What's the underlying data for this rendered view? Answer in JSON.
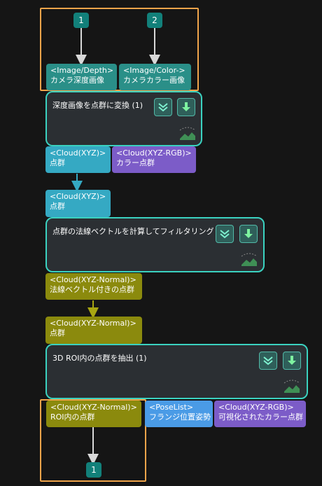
{
  "group_in": {
    "badges": [
      "1",
      "2"
    ],
    "ports": [
      {
        "type": "<Image/Depth>",
        "label": "カメラ深度画像"
      },
      {
        "type": "<Image/Color->",
        "label": "カメラカラー画像"
      }
    ]
  },
  "node1": {
    "title": "深度画像を点群に変換 (1)",
    "outputs": [
      {
        "type": "<Cloud(XYZ)>",
        "label": "点群"
      },
      {
        "type": "<Cloud(XYZ-RGB)>",
        "label": "カラー点群"
      }
    ]
  },
  "node2": {
    "title": "点群の法線ベクトルを計算してフィルタリング (1)",
    "input": {
      "type": "<Cloud(XYZ)>",
      "label": "点群"
    },
    "output": {
      "type": "<Cloud(XYZ-Normal)>",
      "label": "法線ベクトル付きの点群"
    }
  },
  "node3": {
    "title": "3D ROI内の点群を抽出 (1)",
    "input": {
      "type": "<Cloud(XYZ-Normal)>",
      "label": "点群"
    },
    "outputs": [
      {
        "type": "<Cloud(XYZ-Normal)>",
        "label": "ROI内の点群"
      },
      {
        "type": "<PoseList>",
        "label": "フランジ位置姿勢"
      },
      {
        "type": "<Cloud(XYZ-RGB)>",
        "label": "可視化されたカラー点群"
      }
    ]
  },
  "group_out": {
    "badges": [
      "1"
    ]
  },
  "colors": {
    "frame": "#f0a44a",
    "node_border": "#3ad2c0",
    "xyz_port": "#35a9c3",
    "rgb_port": "#7c5cc8",
    "normal_port": "#8b8a0d",
    "pose_port": "#4a9be6",
    "image_port": "#2a8f88"
  }
}
